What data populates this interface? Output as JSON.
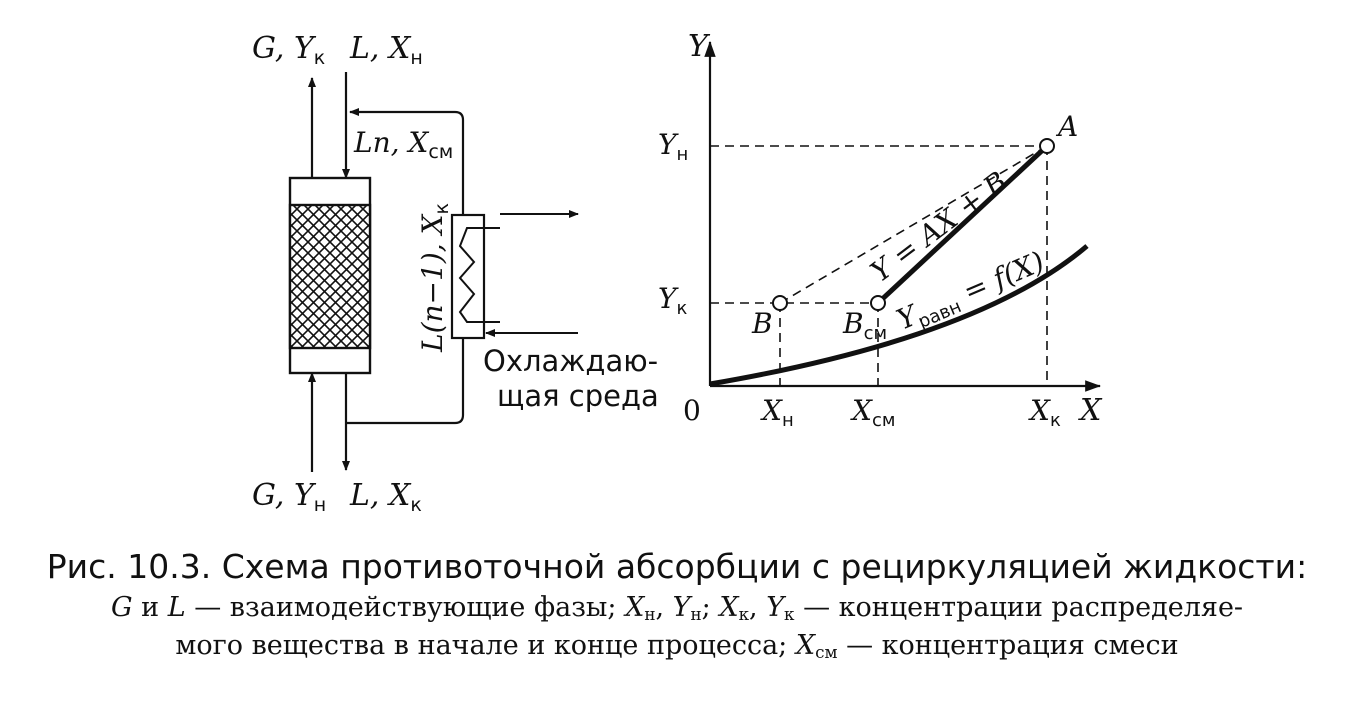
{
  "scheme": {
    "top_left_label": {
      "main": "G, Y",
      "sub": "к"
    },
    "top_right_label": {
      "main": "L, X",
      "sub": "н"
    },
    "bottom_left_label": {
      "main": "G, Y",
      "sub": "н"
    },
    "bottom_right_label": {
      "main": "L, X",
      "sub": "к"
    },
    "recycle_label": {
      "main": "Ln, X",
      "sub": "см"
    },
    "bypass_label": {
      "main": "L(n−1), X",
      "sub": "к"
    },
    "cooling_line1": "Охлаждаю-",
    "cooling_line2": "щая среда"
  },
  "graph": {
    "y_axis": "Y",
    "x_axis": "X",
    "origin": "0",
    "y_ticks": [
      {
        "main": "Y",
        "sub": "н"
      },
      {
        "main": "Y",
        "sub": "к"
      }
    ],
    "x_ticks": [
      {
        "main": "X",
        "sub": "н"
      },
      {
        "main": "X",
        "sub": "см"
      },
      {
        "main": "X",
        "sub": "к"
      }
    ],
    "points": {
      "A": "A",
      "B": "B",
      "B_mix": {
        "main": "B",
        "sub": "см"
      }
    },
    "operating_line_label": "Y = AX + B",
    "equilibrium_label": {
      "main": "Y",
      "sub": "равн",
      "rest": " = f(X)"
    }
  },
  "caption": {
    "title": "Рис. 10.3. Схема противоточной абсорбции с рециркуляцией жидкости:",
    "line1": [
      {
        "t": "G",
        "i": true
      },
      {
        "t": " и "
      },
      {
        "t": "L",
        "i": true
      },
      {
        "t": " — взаимодействующие фазы; "
      },
      {
        "t": "X",
        "i": true
      },
      {
        "t": "н",
        "sub": true
      },
      {
        "t": ", "
      },
      {
        "t": "Y",
        "i": true
      },
      {
        "t": "н",
        "sub": true
      },
      {
        "t": "; "
      },
      {
        "t": "X",
        "i": true
      },
      {
        "t": "к",
        "sub": true
      },
      {
        "t": ", "
      },
      {
        "t": "Y",
        "i": true
      },
      {
        "t": "к",
        "sub": true
      },
      {
        "t": " — концентрации распределяе-"
      }
    ],
    "line2": [
      {
        "t": "мого вещества в начале и конце процесса; "
      },
      {
        "t": "X",
        "i": true
      },
      {
        "t": "см",
        "sub": true
      },
      {
        "t": " — концентрация смеси"
      }
    ]
  }
}
